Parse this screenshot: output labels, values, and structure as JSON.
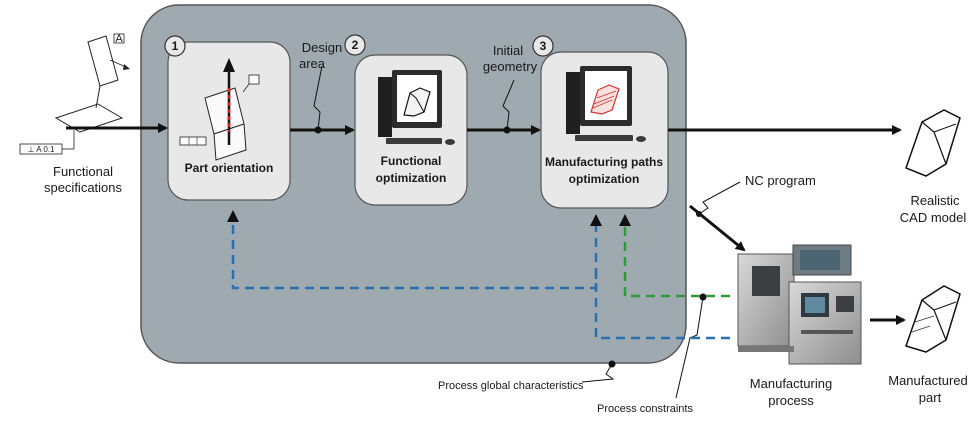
{
  "inputs": {
    "functional_specifications": [
      "Functional",
      "specifications"
    ]
  },
  "steps": [
    {
      "number": "1",
      "title": [
        "Part orientation"
      ]
    },
    {
      "number": "2",
      "title": [
        "Functional",
        "optimization"
      ]
    },
    {
      "number": "3",
      "title": [
        "Manufacturing paths",
        "optimization"
      ]
    }
  ],
  "flow_labels": {
    "design_area": [
      "Design",
      "area"
    ],
    "initial_geometry": [
      "Initial",
      "geometry"
    ],
    "nc_program": "NC program"
  },
  "outputs": {
    "realistic_cad_model": [
      "Realistic",
      "CAD model"
    ],
    "manufacturing_process": [
      "Manufacturing",
      "process"
    ],
    "manufactured_part": [
      "Manufactured",
      "part"
    ]
  },
  "feedback": {
    "process_global_characteristics": "Process global characteristics",
    "process_constraints": "Process constraints"
  },
  "symbols": {
    "spec_tolerance": "⊥ A 0.1",
    "spec_datum": "A"
  },
  "colors": {
    "container_fill": "#9eaab0",
    "step_fill": "#e8e8e8",
    "blue_dashed": "#2a6fb0",
    "green_dashed": "#2e9a3a",
    "arrow": "#111111"
  }
}
